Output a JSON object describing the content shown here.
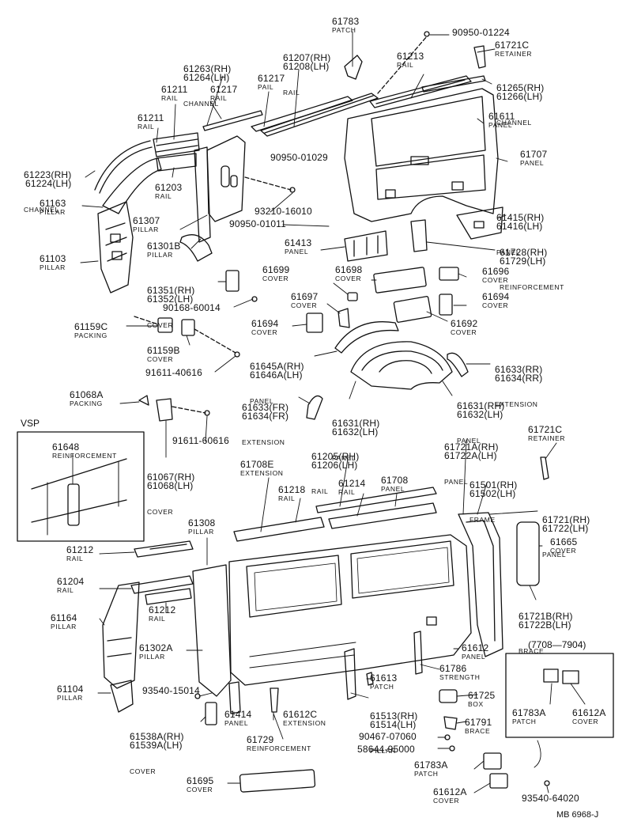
{
  "diagram_code": "MB 6968-J",
  "vsp_label": "VSP",
  "range_label": "(7708—7904)",
  "parts": [
    {
      "num": "61783",
      "desc": "PATCH"
    },
    {
      "num": "90950-01224",
      "desc": ""
    },
    {
      "num": "61721C",
      "desc": "RETAINER"
    },
    {
      "num": "61263(RH)\n61264(LH)",
      "desc": "CHANNEL"
    },
    {
      "num": "61207(RH)\n61208(LH)",
      "desc": "RAIL"
    },
    {
      "num": "61213",
      "desc": "RAIL"
    },
    {
      "num": "61265(RH)\n61266(LH)",
      "desc": "CHANNEL"
    },
    {
      "num": "61211",
      "desc": "RAIL"
    },
    {
      "num": "61217",
      "desc": "RAIL"
    },
    {
      "num": "61217",
      "desc": "PAIL"
    },
    {
      "num": "61211",
      "desc": "RAIL"
    },
    {
      "num": "61611",
      "desc": "PANEL"
    },
    {
      "num": "61707",
      "desc": "PANEL"
    },
    {
      "num": "61223(RH)\n61224(LH)",
      "desc": "CHANNEL"
    },
    {
      "num": "90950-01029",
      "desc": ""
    },
    {
      "num": "61203",
      "desc": "RAIL"
    },
    {
      "num": "61163",
      "desc": "PILLAR"
    },
    {
      "num": "93210-16010",
      "desc": ""
    },
    {
      "num": "61415(RH)\n61416(LH)",
      "desc": "PANEL"
    },
    {
      "num": "61307",
      "desc": "PILLAR"
    },
    {
      "num": "90950-01011",
      "desc": ""
    },
    {
      "num": "61728(RH)\n61729(LH)",
      "desc": "REINFORCEMENT"
    },
    {
      "num": "61413",
      "desc": "PANEL"
    },
    {
      "num": "61103",
      "desc": "PILLAR"
    },
    {
      "num": "61301B",
      "desc": "PILLAR"
    },
    {
      "num": "61351(RH)\n61352(LH)",
      "desc": "COVER"
    },
    {
      "num": "61699",
      "desc": "COVER"
    },
    {
      "num": "61698",
      "desc": "COVER"
    },
    {
      "num": "61696",
      "desc": "COVER"
    },
    {
      "num": "90168-60014",
      "desc": ""
    },
    {
      "num": "61697",
      "desc": "COVER"
    },
    {
      "num": "61694",
      "desc": "COVER"
    },
    {
      "num": "61159C",
      "desc": "PACKING"
    },
    {
      "num": "61694",
      "desc": "COVER"
    },
    {
      "num": "61692",
      "desc": "COVER"
    },
    {
      "num": "61159B",
      "desc": "COVER"
    },
    {
      "num": "61645A(RH)\n61646A(LH)",
      "desc": "PANEL"
    },
    {
      "num": "61633(RR)\n61634(RR)",
      "desc": "EXTENSION"
    },
    {
      "num": "91611-40616",
      "desc": ""
    },
    {
      "num": "61633(FR)\n61634(FR)",
      "desc": "EXTENSION"
    },
    {
      "num": "61631(RH)\n61632(LH)",
      "desc": "PANEL"
    },
    {
      "num": "61068A",
      "desc": "PACKING"
    },
    {
      "num": "61631(RH)\n61632(LH)",
      "desc": "PANEL"
    },
    {
      "num": "91611-60616",
      "desc": ""
    },
    {
      "num": "61648",
      "desc": "REINFORCEMENT"
    },
    {
      "num": "61067(RH)\n61068(LH)",
      "desc": "COVER"
    },
    {
      "num": "61205(RH)\n61206(LH)",
      "desc": "RAIL"
    },
    {
      "num": "61721A(RH)\n61722A(LH)",
      "desc": "PANEL"
    },
    {
      "num": "61721C",
      "desc": "RETAINER"
    },
    {
      "num": "61708E",
      "desc": "EXTENSION"
    },
    {
      "num": "61501(RH)\n61502(LH)",
      "desc": "FRAME"
    },
    {
      "num": "61214",
      "desc": "RAIL"
    },
    {
      "num": "61708",
      "desc": "PANEL"
    },
    {
      "num": "61218",
      "desc": "RAIL"
    },
    {
      "num": "61721(RH)\n61722(LH)",
      "desc": "PANEL"
    },
    {
      "num": "61308",
      "desc": "PILLAR"
    },
    {
      "num": "61665",
      "desc": "COVER"
    },
    {
      "num": "61212",
      "desc": "RAIL"
    },
    {
      "num": "61204",
      "desc": "RAIL"
    },
    {
      "num": "61721B(RH)\n61722B(LH)",
      "desc": "BRACE"
    },
    {
      "num": "61212",
      "desc": "RAIL"
    },
    {
      "num": "61164",
      "desc": "PILLAR"
    },
    {
      "num": "61612",
      "desc": "PANEL"
    },
    {
      "num": "61302A",
      "desc": "PILLAR"
    },
    {
      "num": "61786",
      "desc": "STRENGTH"
    },
    {
      "num": "61613",
      "desc": "PATCH"
    },
    {
      "num": "61513(RH)\n61514(LH)",
      "desc": "PILLAR"
    },
    {
      "num": "61725",
      "desc": "BOX"
    },
    {
      "num": "61104",
      "desc": "PILLAR"
    },
    {
      "num": "93540-15014",
      "desc": ""
    },
    {
      "num": "61783A",
      "desc": "PATCH"
    },
    {
      "num": "61612A",
      "desc": "COVER"
    },
    {
      "num": "61538A(RH)\n61539A(LH)",
      "desc": "COVER"
    },
    {
      "num": "61414",
      "desc": "PANEL"
    },
    {
      "num": "61612C",
      "desc": "EXTENSION"
    },
    {
      "num": "61791",
      "desc": "BRACE"
    },
    {
      "num": "90467-07060",
      "desc": ""
    },
    {
      "num": "61729",
      "desc": "REINFORCEMENT"
    },
    {
      "num": "58644-95000",
      "desc": ""
    },
    {
      "num": "61695",
      "desc": "COVER"
    },
    {
      "num": "61783A",
      "desc": "PATCH"
    },
    {
      "num": "61612A",
      "desc": "COVER"
    },
    {
      "num": "93540-64020",
      "desc": ""
    }
  ]
}
